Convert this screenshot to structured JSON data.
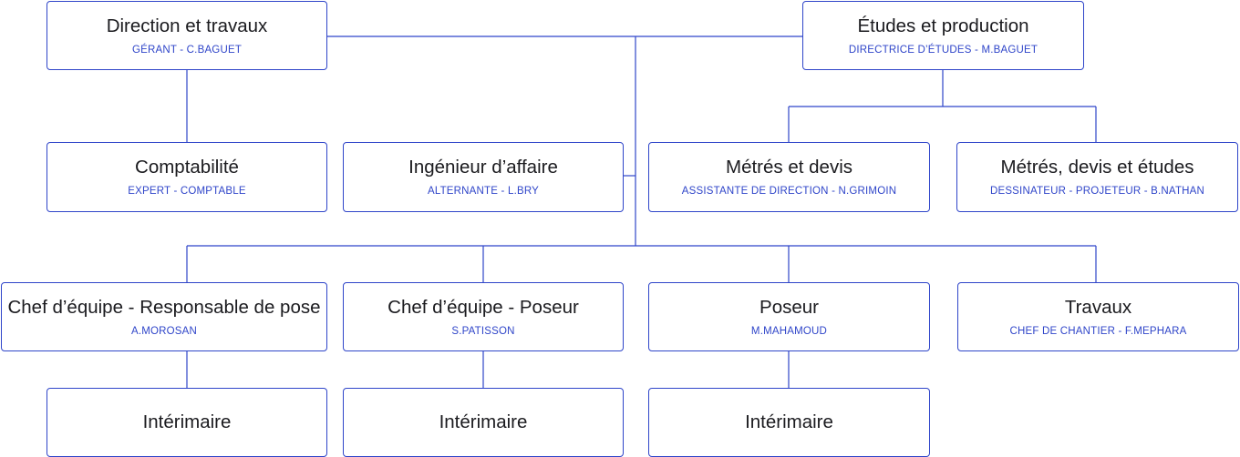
{
  "colors": {
    "accent": "#2f45c9",
    "text": "#1b1b1f",
    "background": "#ffffff"
  },
  "nodes": [
    {
      "id": "direction",
      "title": "Direction et travaux",
      "subtitle": "GÉRANT - C.BAGUET"
    },
    {
      "id": "etudes",
      "title": "Études et production",
      "subtitle": "DIRECTRICE D’ÉTUDES - M.BAGUET"
    },
    {
      "id": "comptabilite",
      "title": "Comptabilité",
      "subtitle": "EXPERT - COMPTABLE"
    },
    {
      "id": "ingenieur",
      "title": "Ingénieur d’affaire",
      "subtitle": "ALTERNANTE - L.BRY"
    },
    {
      "id": "metres",
      "title": "Métrés et devis",
      "subtitle": "ASSISTANTE DE DIRECTION - N.GRIMOIN"
    },
    {
      "id": "metres_etudes",
      "title": "Métrés, devis et études",
      "subtitle": "DESSINATEUR - PROJETEUR - B.NATHAN"
    },
    {
      "id": "chef_resp",
      "title": "Chef d’équipe - Responsable de pose",
      "subtitle": "A.MOROSAN"
    },
    {
      "id": "chef_poseur",
      "title": "Chef d’équipe - Poseur",
      "subtitle": "S.PATISSON"
    },
    {
      "id": "poseur",
      "title": "Poseur",
      "subtitle": "M.MAHAMOUD"
    },
    {
      "id": "travaux",
      "title": "Travaux",
      "subtitle": "CHEF DE CHANTIER - F.MEPHARA"
    },
    {
      "id": "interim1",
      "title": "Intérimaire",
      "subtitle": ""
    },
    {
      "id": "interim2",
      "title": "Intérimaire",
      "subtitle": ""
    },
    {
      "id": "interim3",
      "title": "Intérimaire",
      "subtitle": ""
    }
  ]
}
